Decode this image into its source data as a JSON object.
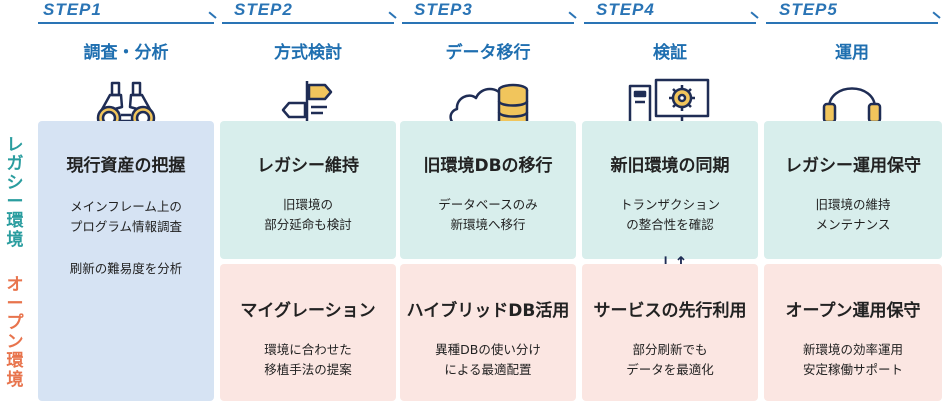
{
  "steps": [
    {
      "label": "STEP1",
      "title": "調査・分析",
      "icon": "binoculars-icon"
    },
    {
      "label": "STEP2",
      "title": "方式検討",
      "icon": "signpost-icon"
    },
    {
      "label": "STEP3",
      "title": "データ移行",
      "icon": "cloud-database-icon"
    },
    {
      "label": "STEP4",
      "title": "検証",
      "icon": "computer-gear-icon"
    },
    {
      "label": "STEP5",
      "title": "運用",
      "icon": "headset-icon"
    }
  ],
  "rows": {
    "legacy": {
      "label": [
        "レ",
        "ガ",
        "シ",
        "ー",
        "環",
        "境"
      ],
      "color": "#2a9d9f"
    },
    "open": {
      "label": [
        "オ",
        "ー",
        "プ",
        "ン",
        "環",
        "境"
      ],
      "color": "#e8744d"
    }
  },
  "step1": {
    "heading": "現行資産の把握",
    "text1": "メインフレーム上の\nプログラム情報調査",
    "text2": "刷新の難易度を分析"
  },
  "legacy_cells": [
    {
      "heading": "レガシー維持",
      "text": "旧環境の\n部分延命も検討"
    },
    {
      "heading": "旧環境DBの移行",
      "text": "データベースのみ\n新環境へ移行"
    },
    {
      "heading": "新旧環境の同期",
      "text": "トランザクション\nの整合性を確認"
    },
    {
      "heading": "レガシー運用保守",
      "text": "旧環境の維持\nメンテナンス"
    }
  ],
  "open_cells": [
    {
      "heading": "マイグレーション",
      "text": "環境に合わせた\n移植手法の提案"
    },
    {
      "heading": "ハイブリッドDB活用",
      "text": "異種DBの使い分け\nによる最適配置"
    },
    {
      "heading": "サービスの先行利用",
      "text": "部分刷新でも\nデータを最適化"
    },
    {
      "heading": "オープン運用保守",
      "text": "新環境の効率運用\n安定稼働サポート"
    }
  ],
  "sync_arrows": "↓↑"
}
